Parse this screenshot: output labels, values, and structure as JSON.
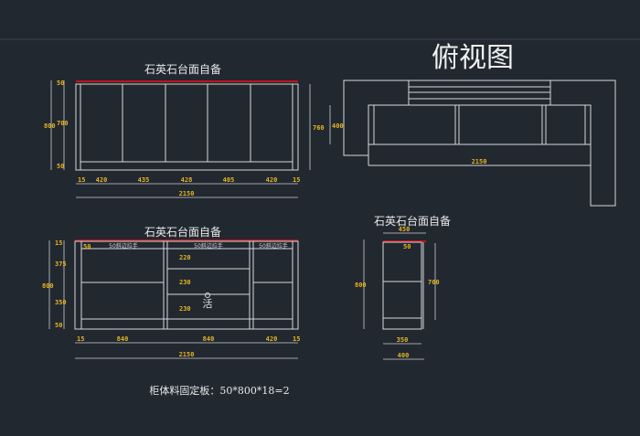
{
  "front_view": {
    "title": "石英石台面自备",
    "dims_bottom": [
      "15",
      "420",
      "435",
      "428",
      "405",
      "420",
      "15"
    ],
    "total": "2150",
    "dims_left": [
      "50",
      "700",
      "50"
    ],
    "height": "800",
    "dims_right": "760"
  },
  "interior_view": {
    "title": "石英石台面自备",
    "dims_bottom": [
      "15",
      "840",
      "840",
      "420",
      "15"
    ],
    "total": "2150",
    "dims_left": [
      "15",
      "375",
      "350",
      "50"
    ],
    "height": "800",
    "handle_labels": [
      "50斜边拉手",
      "50斜边拉手",
      "50斜边拉手"
    ],
    "handle_dim": "50",
    "drawer_dims": [
      "220",
      "230",
      "230"
    ],
    "drawer_mark": "活"
  },
  "top_view": {
    "title": "俯视图",
    "total": "2150",
    "depth": "400"
  },
  "side_view": {
    "title": "石英石台面自备",
    "top": "450",
    "bottom1": "350",
    "bottom2": "400",
    "height": "800",
    "right": "760",
    "handle_dim": "50"
  },
  "note": "柜体料固定板：50*800*18=2",
  "colors": {
    "background": "#212830",
    "line": "#d8d8d8",
    "dimension": "#e6b422",
    "countertop": "#c0141c"
  }
}
